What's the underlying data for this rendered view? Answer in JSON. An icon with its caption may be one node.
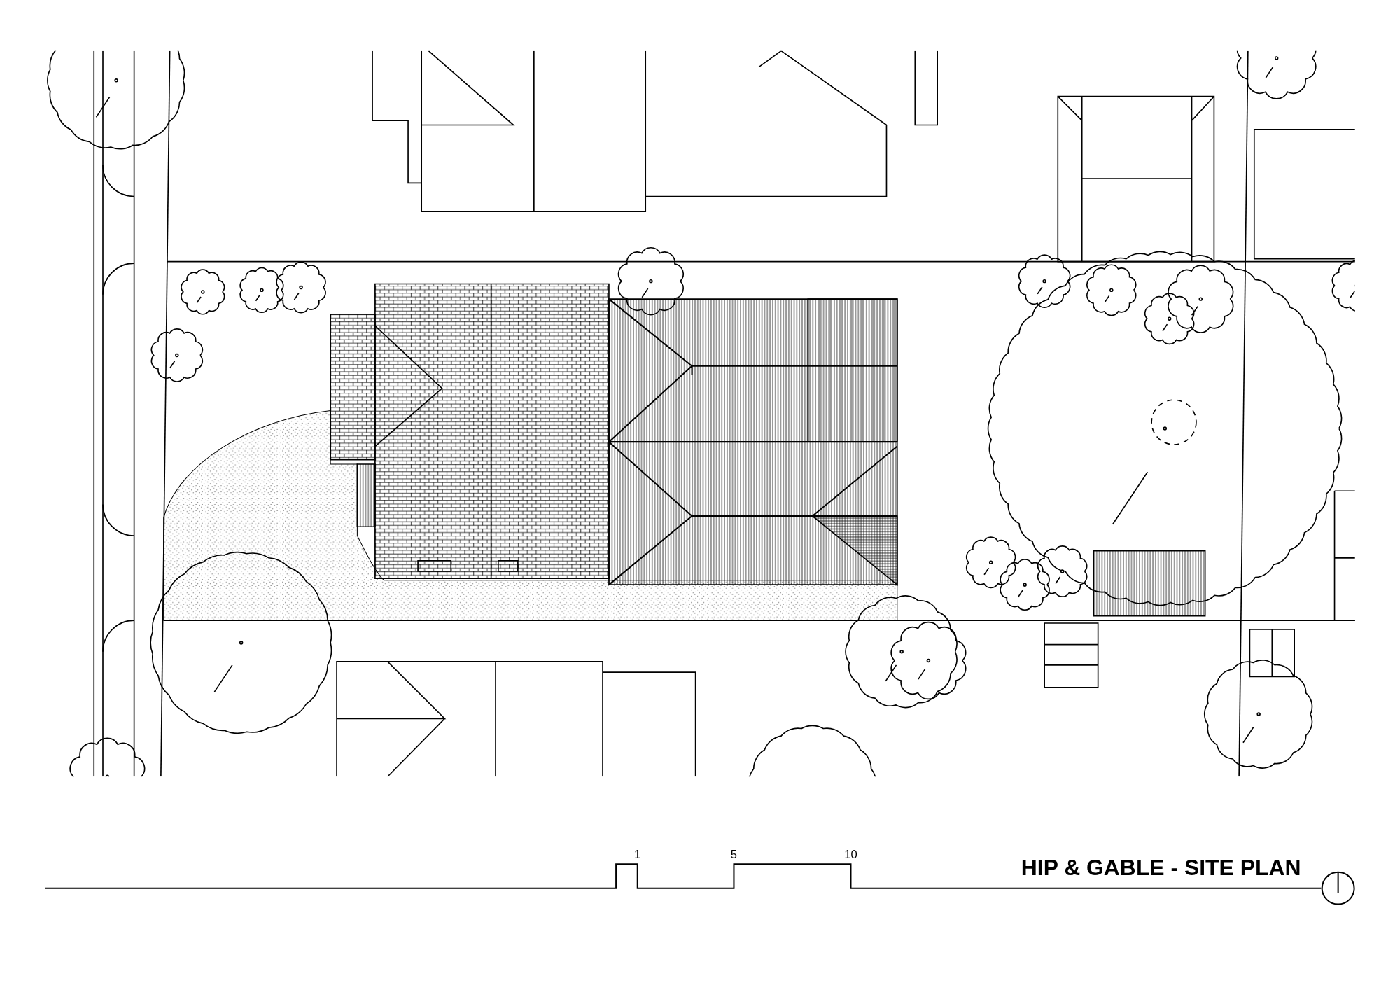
{
  "diagram": {
    "title": "HIP & GABLE - SITE PLAN",
    "labels": [
      "1",
      "5",
      "10"
    ]
  }
}
